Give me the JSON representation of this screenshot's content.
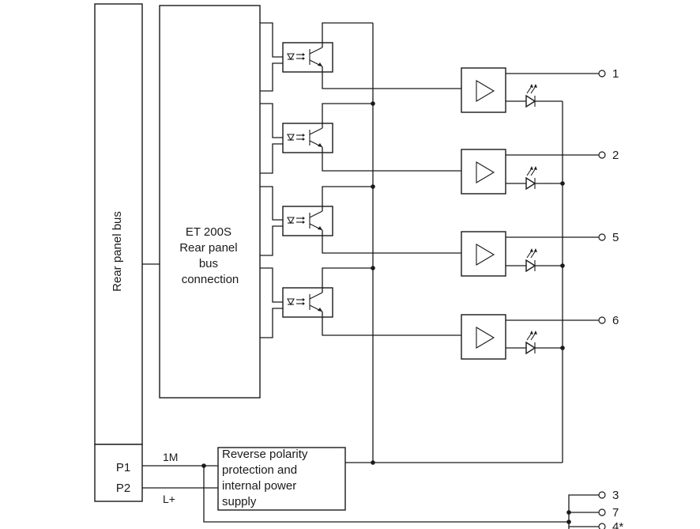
{
  "labels": {
    "rear_panel_bus": "Rear panel bus",
    "et200s_lines": [
      "ET 200S",
      "Rear panel",
      "bus",
      "connection"
    ],
    "reverse_polarity_lines": [
      "Reverse polarity",
      "protection and",
      "internal power",
      "supply"
    ],
    "p1": "P1",
    "p2": "P2",
    "wire_1m": "1M",
    "wire_lplus": "L+"
  },
  "channels": [
    {
      "terminal": "1"
    },
    {
      "terminal": "2"
    },
    {
      "terminal": "5"
    },
    {
      "terminal": "6"
    }
  ],
  "bottom_terminals": [
    "3",
    "7",
    "4*"
  ]
}
